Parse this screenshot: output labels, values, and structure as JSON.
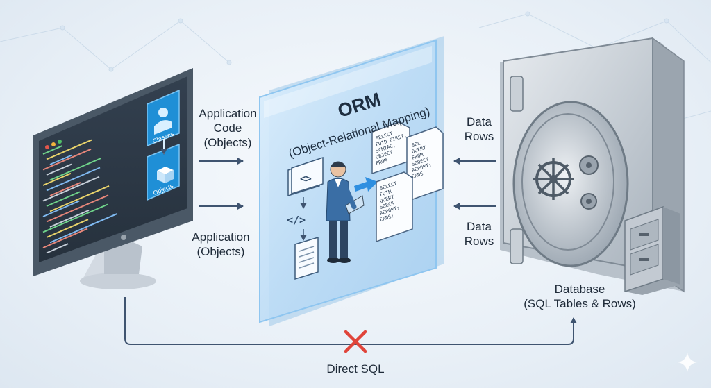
{
  "labels": {
    "app_code_line1": "Application",
    "app_code_line2": "Code",
    "app_code_line3": "(Objects)",
    "app_line1": "Application",
    "app_line2": "(Objects)",
    "data_rows_top_1": "Data",
    "data_rows_top_2": "Rows",
    "data_rows_bottom_1": "Data",
    "data_rows_bottom_2": "Rows",
    "database_line1": "Database",
    "database_line2": "(SQL Tables & Rows)",
    "direct_sql": "Direct SQL"
  },
  "orm": {
    "title": "ORM",
    "subtitle": "(Object-Relational Mapping)"
  },
  "monitor": {
    "classes_label": "Classes",
    "objects_label": "Objects"
  },
  "queries": {
    "card1": [
      "SELECT",
      "FOID FIRST,",
      "SCMYAC,",
      "OBJECT",
      "FROM"
    ],
    "card2": [
      "SQL",
      "QUERY",
      "FROM",
      "SGOECT",
      "REPORT;",
      "ENDS"
    ],
    "card3": [
      "SELECT",
      "FOIM",
      "QUERY",
      "SGECK",
      "REPORT;",
      "ENDS!"
    ]
  },
  "code_icons": {
    "brackets": "<>",
    "slash_brackets": "</>"
  },
  "colors": {
    "arrow": "#3f5470",
    "cross": "#e0443a",
    "glass": "#bfe0f8",
    "monitor_frame": "#4a5866"
  }
}
